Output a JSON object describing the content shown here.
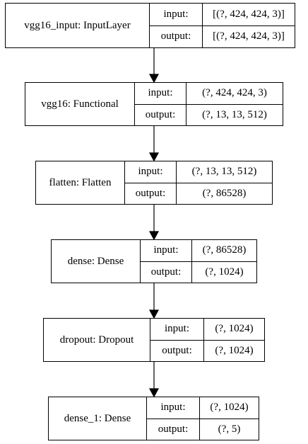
{
  "nodes": [
    {
      "name": "vgg16_input: InputLayer",
      "input_label": "input:",
      "input_value": "[(?, 424, 424, 3)]",
      "output_label": "output:",
      "output_value": "[(?, 424, 424, 3)]"
    },
    {
      "name": "vgg16: Functional",
      "input_label": "input:",
      "input_value": "(?, 424, 424, 3)",
      "output_label": "output:",
      "output_value": "(?, 13, 13, 512)"
    },
    {
      "name": "flatten: Flatten",
      "input_label": "input:",
      "input_value": "(?, 13, 13, 512)",
      "output_label": "output:",
      "output_value": "(?, 86528)"
    },
    {
      "name": "dense: Dense",
      "input_label": "input:",
      "input_value": "(?, 86528)",
      "output_label": "output:",
      "output_value": "(?, 1024)"
    },
    {
      "name": "dropout: Dropout",
      "input_label": "input:",
      "input_value": "(?, 1024)",
      "output_label": "output:",
      "output_value": "(?, 1024)"
    },
    {
      "name": "dense_1: Dense",
      "input_label": "input:",
      "input_value": "(?, 1024)",
      "output_label": "output:",
      "output_value": "(?, 5)"
    }
  ]
}
